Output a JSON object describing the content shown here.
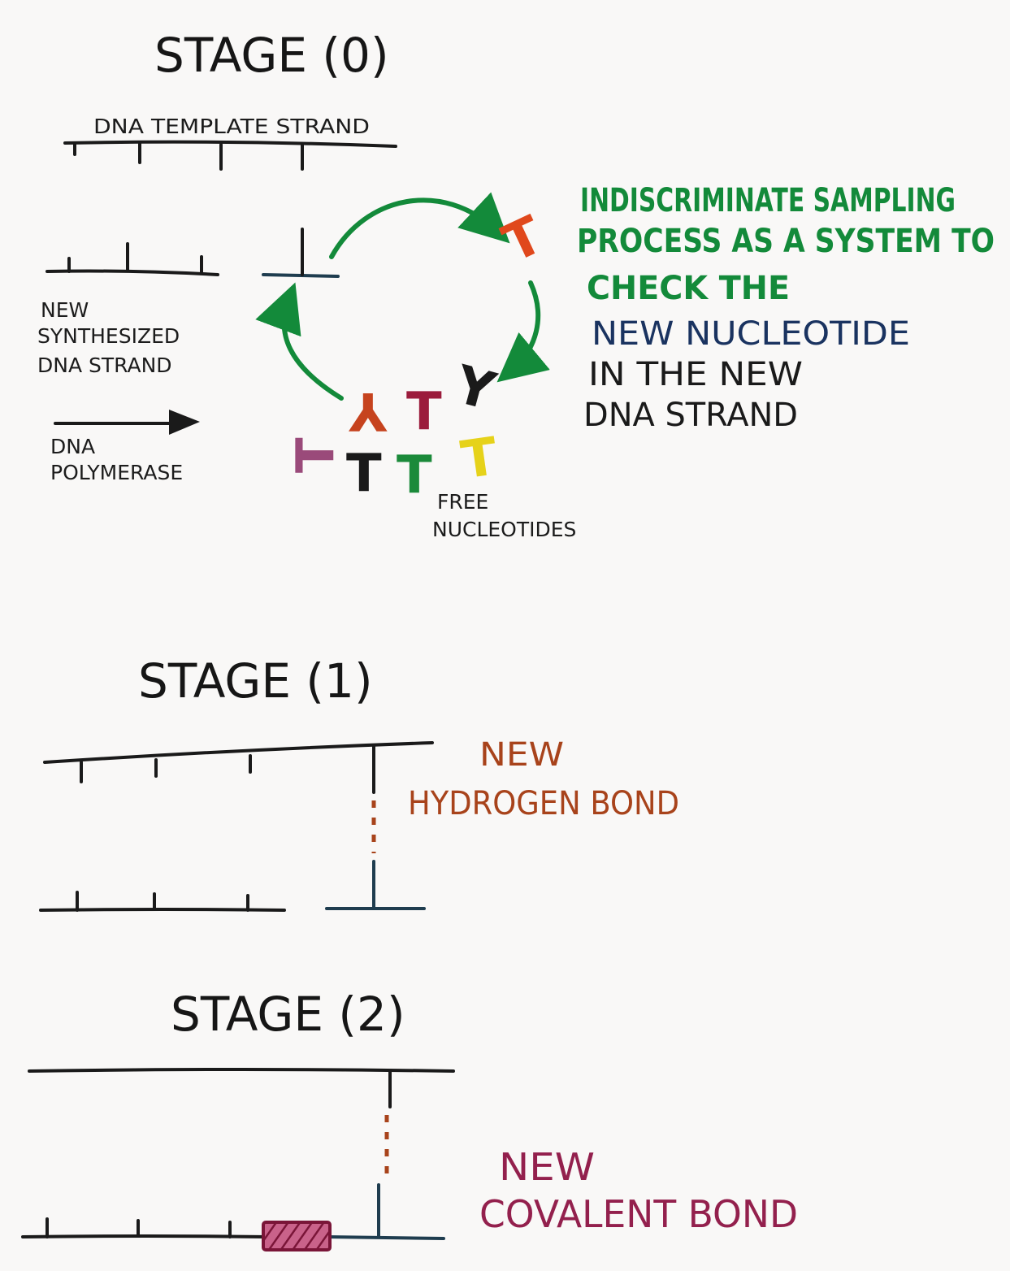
{
  "stage0": {
    "title": "STAGE (0)",
    "template_label": "DNA TEMPLATE STRAND",
    "new_strand_label": [
      "NEW",
      "SYNTHESIZED",
      "DNA STRAND"
    ],
    "polymerase_label": [
      "DNA",
      "POLYMERASE"
    ],
    "free_nucleotides_label": [
      "FREE",
      "NUCLEOTIDES"
    ],
    "sampling_text": [
      {
        "text": "INDISCRIMINATE SAMPLING",
        "style": "green"
      },
      {
        "text": "PROCESS AS A SYSTEM TO",
        "style": "green"
      },
      {
        "text": "CHECK THE",
        "style": "green"
      },
      {
        "text": "NEW NUCLEOTIDE",
        "style": "navy"
      },
      {
        "text": "IN THE NEW",
        "style": "black"
      },
      {
        "text": "DNA STRAND",
        "style": "black"
      }
    ],
    "nucleotide_glyphs": [
      "T",
      "Y",
      "T",
      "Y",
      "T",
      "T",
      "T",
      "T"
    ],
    "nucleotide_colors": [
      "#e0481c",
      "#1a1a1a",
      "#9b1c3c",
      "#c6431e",
      "#9a4a7a",
      "#1a1a1a",
      "#1b8a3a",
      "#e6d21a"
    ]
  },
  "stage1": {
    "title": "STAGE (1)",
    "bond_label": [
      "NEW",
      "HYDROGEN BOND"
    ]
  },
  "stage2": {
    "title": "STAGE (2)",
    "bond_label": [
      "NEW",
      "COVALENT BOND"
    ]
  },
  "colors": {
    "ink": "#1a1a1a",
    "green": "#138a3a",
    "navy": "#1a3360",
    "brown": "#a8431b",
    "magenta": "#93204d",
    "strand_blue": "#1f3d4f"
  }
}
